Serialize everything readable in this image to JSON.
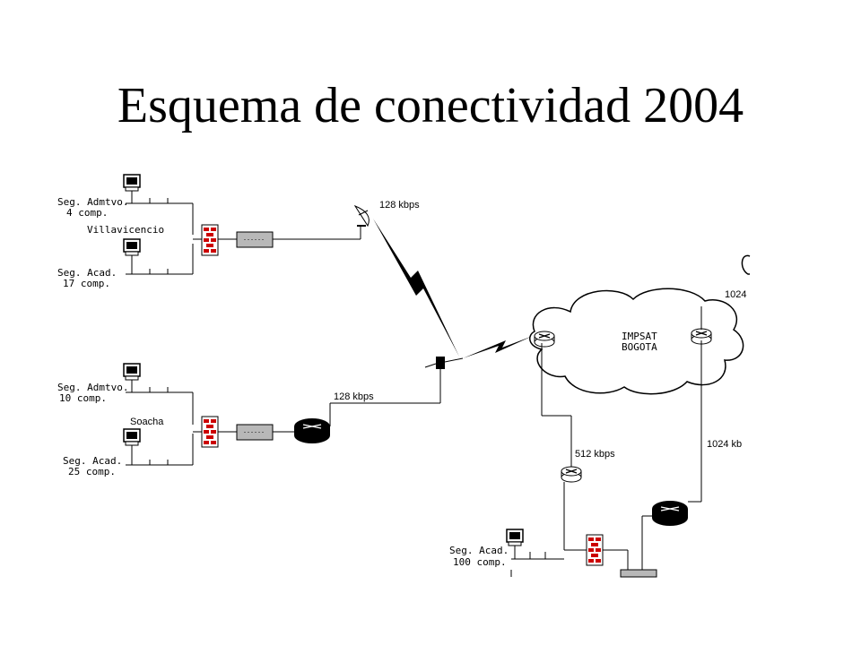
{
  "title": "Esquema de conectividad 2004",
  "villavicencio": {
    "site": "Villavicencio",
    "admin_line1": "Seg. Admtvo.",
    "admin_line2": "4 comp.",
    "acad_line1": "Seg. Acad.",
    "acad_line2": "17 comp.",
    "link_speed": "128 kbps"
  },
  "soacha": {
    "site": "Soacha",
    "admin_line1": "Seg. Admtvo.",
    "admin_line2": "10 comp.",
    "acad_line1": "Seg. Acad.",
    "acad_line2": "25 comp.",
    "link_speed": "128 kbps"
  },
  "cloud": {
    "line1": "IMPSAT",
    "line2": "BOGOTA"
  },
  "links": {
    "bogota_512": "512 kbps",
    "bogota_1024": "1024 kb",
    "top_right": "1024"
  },
  "bogota_site": {
    "acad_line1": "Seg. Acad.",
    "acad_line2": "100 comp."
  },
  "colors": {
    "firewall_brick": "#cc0000",
    "modem_fill": "#b8b8b8",
    "router_fill": "#000000",
    "line": "#000000"
  }
}
